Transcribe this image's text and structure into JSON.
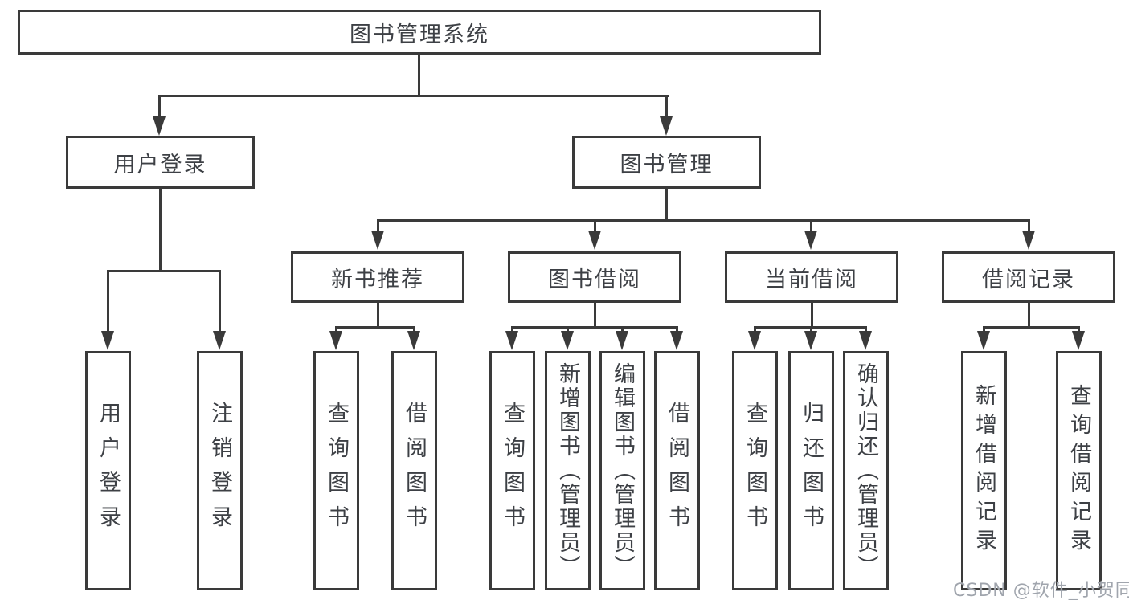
{
  "diagram_title": "图书管理系统",
  "colors": {
    "line": "#3a3a3a",
    "box_border": "#3a3a3a",
    "text": "#3d4045",
    "watermark": "#a0a5ad",
    "background": "#ffffff"
  },
  "nodes": {
    "root": {
      "label": "图书管理系统"
    },
    "level2": [
      {
        "label": "用户登录"
      },
      {
        "label": "图书管理"
      }
    ],
    "level3": [
      {
        "label": "新书推荐",
        "parent": "图书管理"
      },
      {
        "label": "图书借阅",
        "parent": "图书管理"
      },
      {
        "label": "当前借阅",
        "parent": "图书管理"
      },
      {
        "label": "借阅记录",
        "parent": "图书管理"
      }
    ],
    "leaves": [
      {
        "label": "用户登录",
        "parent": "用户登录"
      },
      {
        "label": "注销登录",
        "parent": "用户登录"
      },
      {
        "label": "查询图书",
        "parent": "新书推荐"
      },
      {
        "label": "借阅图书",
        "parent": "新书推荐"
      },
      {
        "label": "查询图书",
        "parent": "图书借阅"
      },
      {
        "label": "新增图书（管理员）",
        "parent": "图书借阅"
      },
      {
        "label": "编辑图书（管理员）",
        "parent": "图书借阅"
      },
      {
        "label": "借阅图书",
        "parent": "图书借阅"
      },
      {
        "label": "查询图书",
        "parent": "当前借阅"
      },
      {
        "label": "归还图书",
        "parent": "当前借阅"
      },
      {
        "label": "确认归还（管理员）",
        "parent": "当前借阅"
      },
      {
        "label": "新增借阅记录",
        "parent": "借阅记录"
      },
      {
        "label": "查询借阅记录",
        "parent": "借阅记录"
      }
    ]
  },
  "watermark": {
    "text": "CSDN @软件_小贺同学"
  }
}
